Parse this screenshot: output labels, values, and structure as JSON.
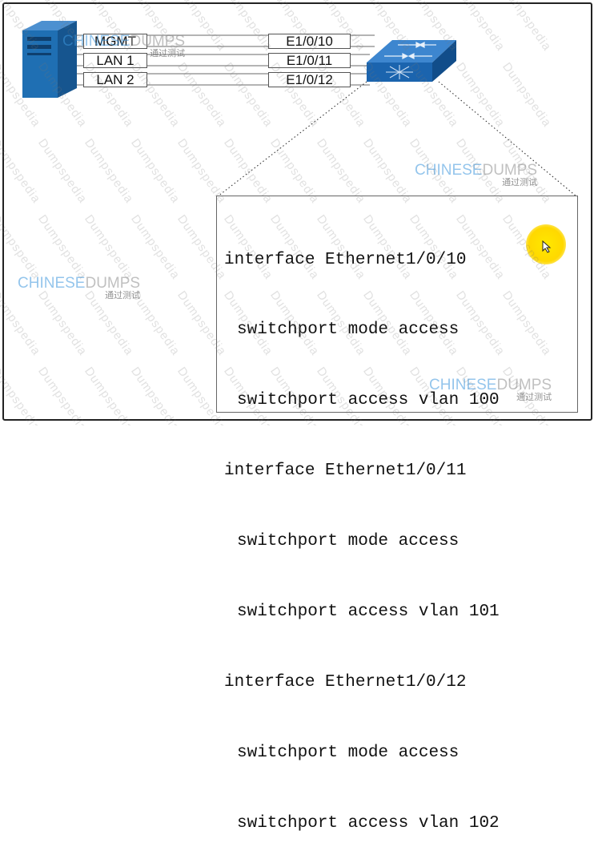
{
  "server_ports": [
    "MGMT",
    "LAN 1",
    "LAN 2"
  ],
  "switch_ports": [
    "E1/0/10",
    "E1/0/11",
    "E1/0/12"
  ],
  "config": [
    {
      "text": "interface Ethernet1/0/10",
      "indent": false
    },
    {
      "text": "switchport mode access",
      "indent": true
    },
    {
      "text": "switchport access vlan 100",
      "indent": true
    },
    {
      "text": "interface Ethernet1/0/11",
      "indent": false
    },
    {
      "text": "switchport mode access",
      "indent": true
    },
    {
      "text": "switchport access vlan 101",
      "indent": true
    },
    {
      "text": "interface Ethernet1/0/12",
      "indent": false
    },
    {
      "text": "switchport mode access",
      "indent": true
    },
    {
      "text": "switchport access vlan 102",
      "indent": true
    }
  ],
  "watermark": {
    "brand_part1": "CHINESE",
    "brand_part2": "DUMPS",
    "brand_sub": "通过测试",
    "diagonal": "Dumpspedia"
  },
  "colors": {
    "server": "#1f6fb3",
    "switch": "#1b64ae",
    "brand_blue": "#3c96dc"
  }
}
